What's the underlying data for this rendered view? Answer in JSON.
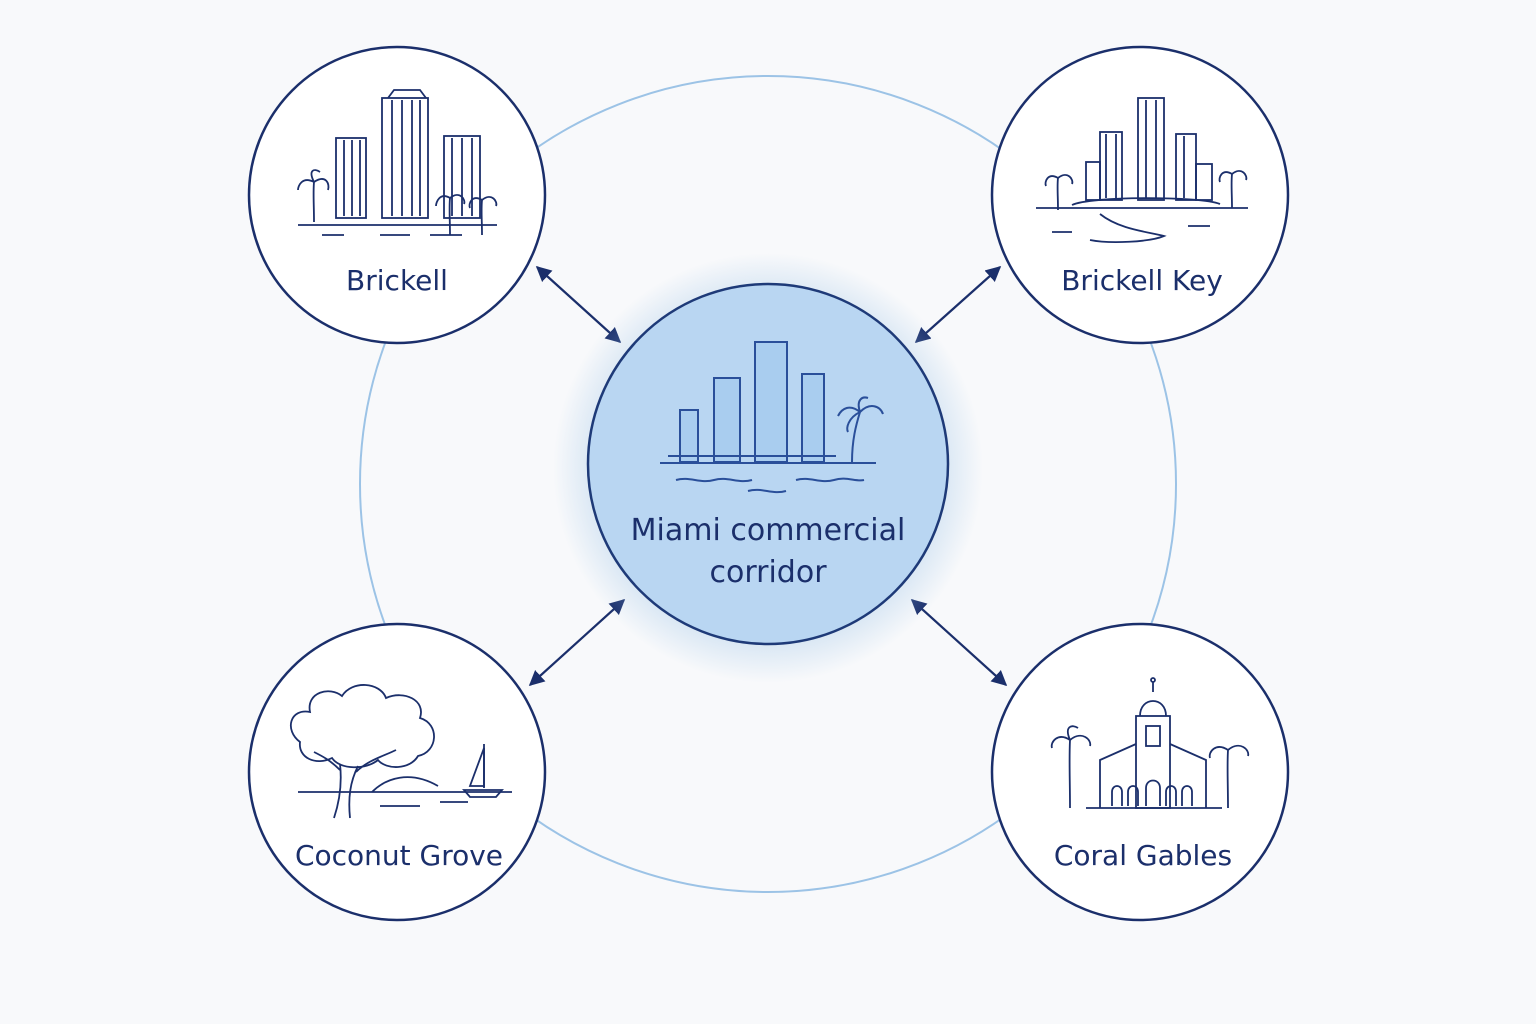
{
  "center": {
    "label_line1": "Miami commercial",
    "label_line2": "corridor"
  },
  "nodes": {
    "brickell": {
      "label": "Brickell"
    },
    "brickell_key": {
      "label": "Brickell Key"
    },
    "coconut_grove": {
      "label": "Coconut Grove"
    },
    "coral_gables": {
      "label": "Coral Gables"
    }
  },
  "colors": {
    "navy": "#1b2f6b",
    "ring": "#9cc3e6",
    "center_fill": "#b9d6f2",
    "center_stroke": "#1e3a78",
    "node_fill": "#ffffff",
    "background": "#f8f9fb"
  },
  "icons": {
    "brickell": "skyline-palms-icon",
    "brickell_key": "island-towers-icon",
    "coconut_grove": "tree-sailboat-icon",
    "coral_gables": "mediterranean-building-icon",
    "center": "waterfront-towers-icon"
  }
}
